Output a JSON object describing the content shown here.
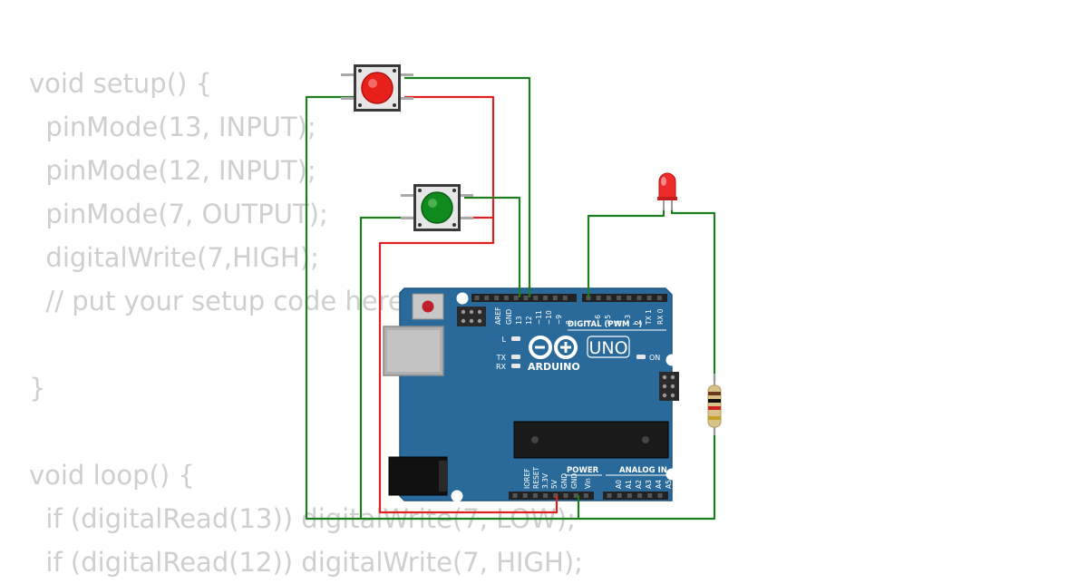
{
  "code_lines": [
    "void setup() {",
    "  pinMode(13, INPUT);",
    "  pinMode(12, INPUT);",
    "  pinMode(7, OUTPUT);",
    "  digitalWrite(7,HIGH);",
    "  // put your setup code here",
    "",
    "}",
    "",
    "void loop() {",
    "  if (digitalRead(13)) digitalWrite(7, LOW);",
    "  if (digitalRead(12)) digitalWrite(7, HIGH);"
  ],
  "arduino": {
    "brand": "ARDUINO",
    "model": "UNO",
    "digital_label": "DIGITAL (PWM ~)",
    "on_label": "ON",
    "led_labels": [
      "L",
      "TX",
      "RX"
    ],
    "power_label": "POWER",
    "analog_label": "ANALOG IN",
    "top_pins": [
      "AREF",
      "GND",
      "13",
      "12",
      "~11",
      "~10",
      "~9",
      "8",
      "7",
      "~6",
      "~5",
      "4",
      "~3",
      "2",
      "TX 1",
      "RX 0"
    ],
    "bottom_pins": [
      "IOREF",
      "RESET",
      "3.3V",
      "5V",
      "GND",
      "GND",
      "Vin",
      "A0",
      "A1",
      "A2",
      "A3",
      "A4",
      "A5"
    ]
  },
  "components": {
    "button_red_color": "#e8201c",
    "button_green_color": "#0f8a1c",
    "led_color": "#e8201c",
    "board_color": "#2a6a9a"
  },
  "wire_colors": {
    "green": "#1e7d1e",
    "red": "#dd2222"
  }
}
